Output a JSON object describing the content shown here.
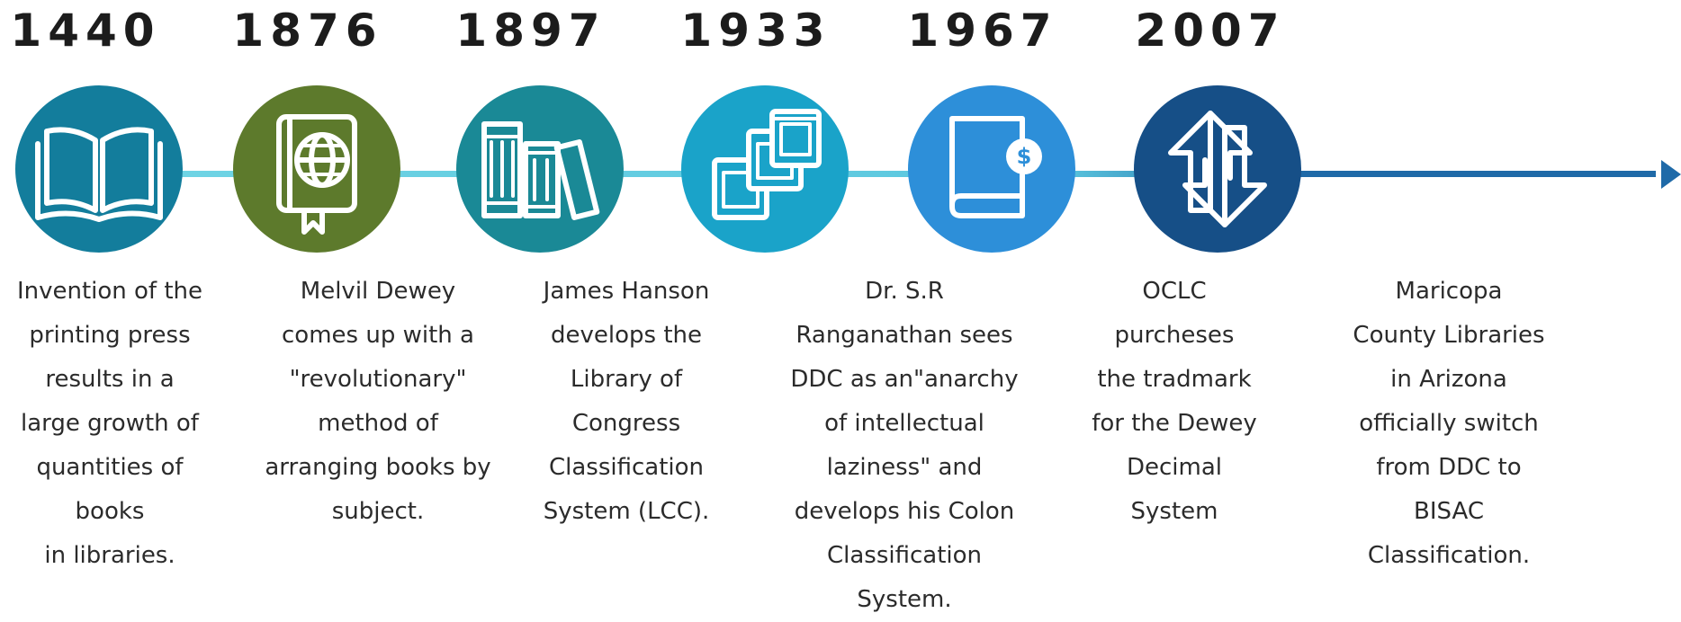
{
  "colors": {
    "axis_light": "#6fd4e4",
    "axis_dark": "#1f6aa8",
    "icon_stroke": "#ffffff"
  },
  "events": [
    {
      "year": "1440",
      "description": "Invention of the\nprinting press\nresults in a\nlarge growth of\nquantities of\nbooks\nin libraries.",
      "icon": "open-book-icon",
      "color": "#137d9c"
    },
    {
      "year": "1876",
      "description": "Melvil Dewey\ncomes up with a\n\"revolutionary\"\nmethod of\narranging books by\nsubject.",
      "icon": "globe-book-icon",
      "color": "#5d7a2c"
    },
    {
      "year": "1897",
      "description": "James Hanson\ndevelops the\nLibrary of\nCongress\nClassification\nSystem (LCC).",
      "icon": "bookshelf-icon",
      "color": "#1a8996"
    },
    {
      "year": "1933",
      "description": "Dr. S.R\nRanganathan sees\nDDC as an\"anarchy\nof intellectual\nlaziness\" and\ndevelops his Colon\nClassification\nSystem.",
      "icon": "card-catalog-icon",
      "color": "#1aa3c9"
    },
    {
      "year": "1967",
      "description": "OCLC\npurcheses\nthe tradmark\nfor the Dewey\nDecimal\nSystem",
      "icon": "book-dollar-icon",
      "color": "#2d8fd9"
    },
    {
      "year": "2007",
      "description": "Maricopa\nCounty Libraries\nin Arizona\nofficially switch\nfrom DDC to\nBISAC\nClassification.",
      "icon": "swap-arrows-icon",
      "color": "#164f87"
    }
  ]
}
